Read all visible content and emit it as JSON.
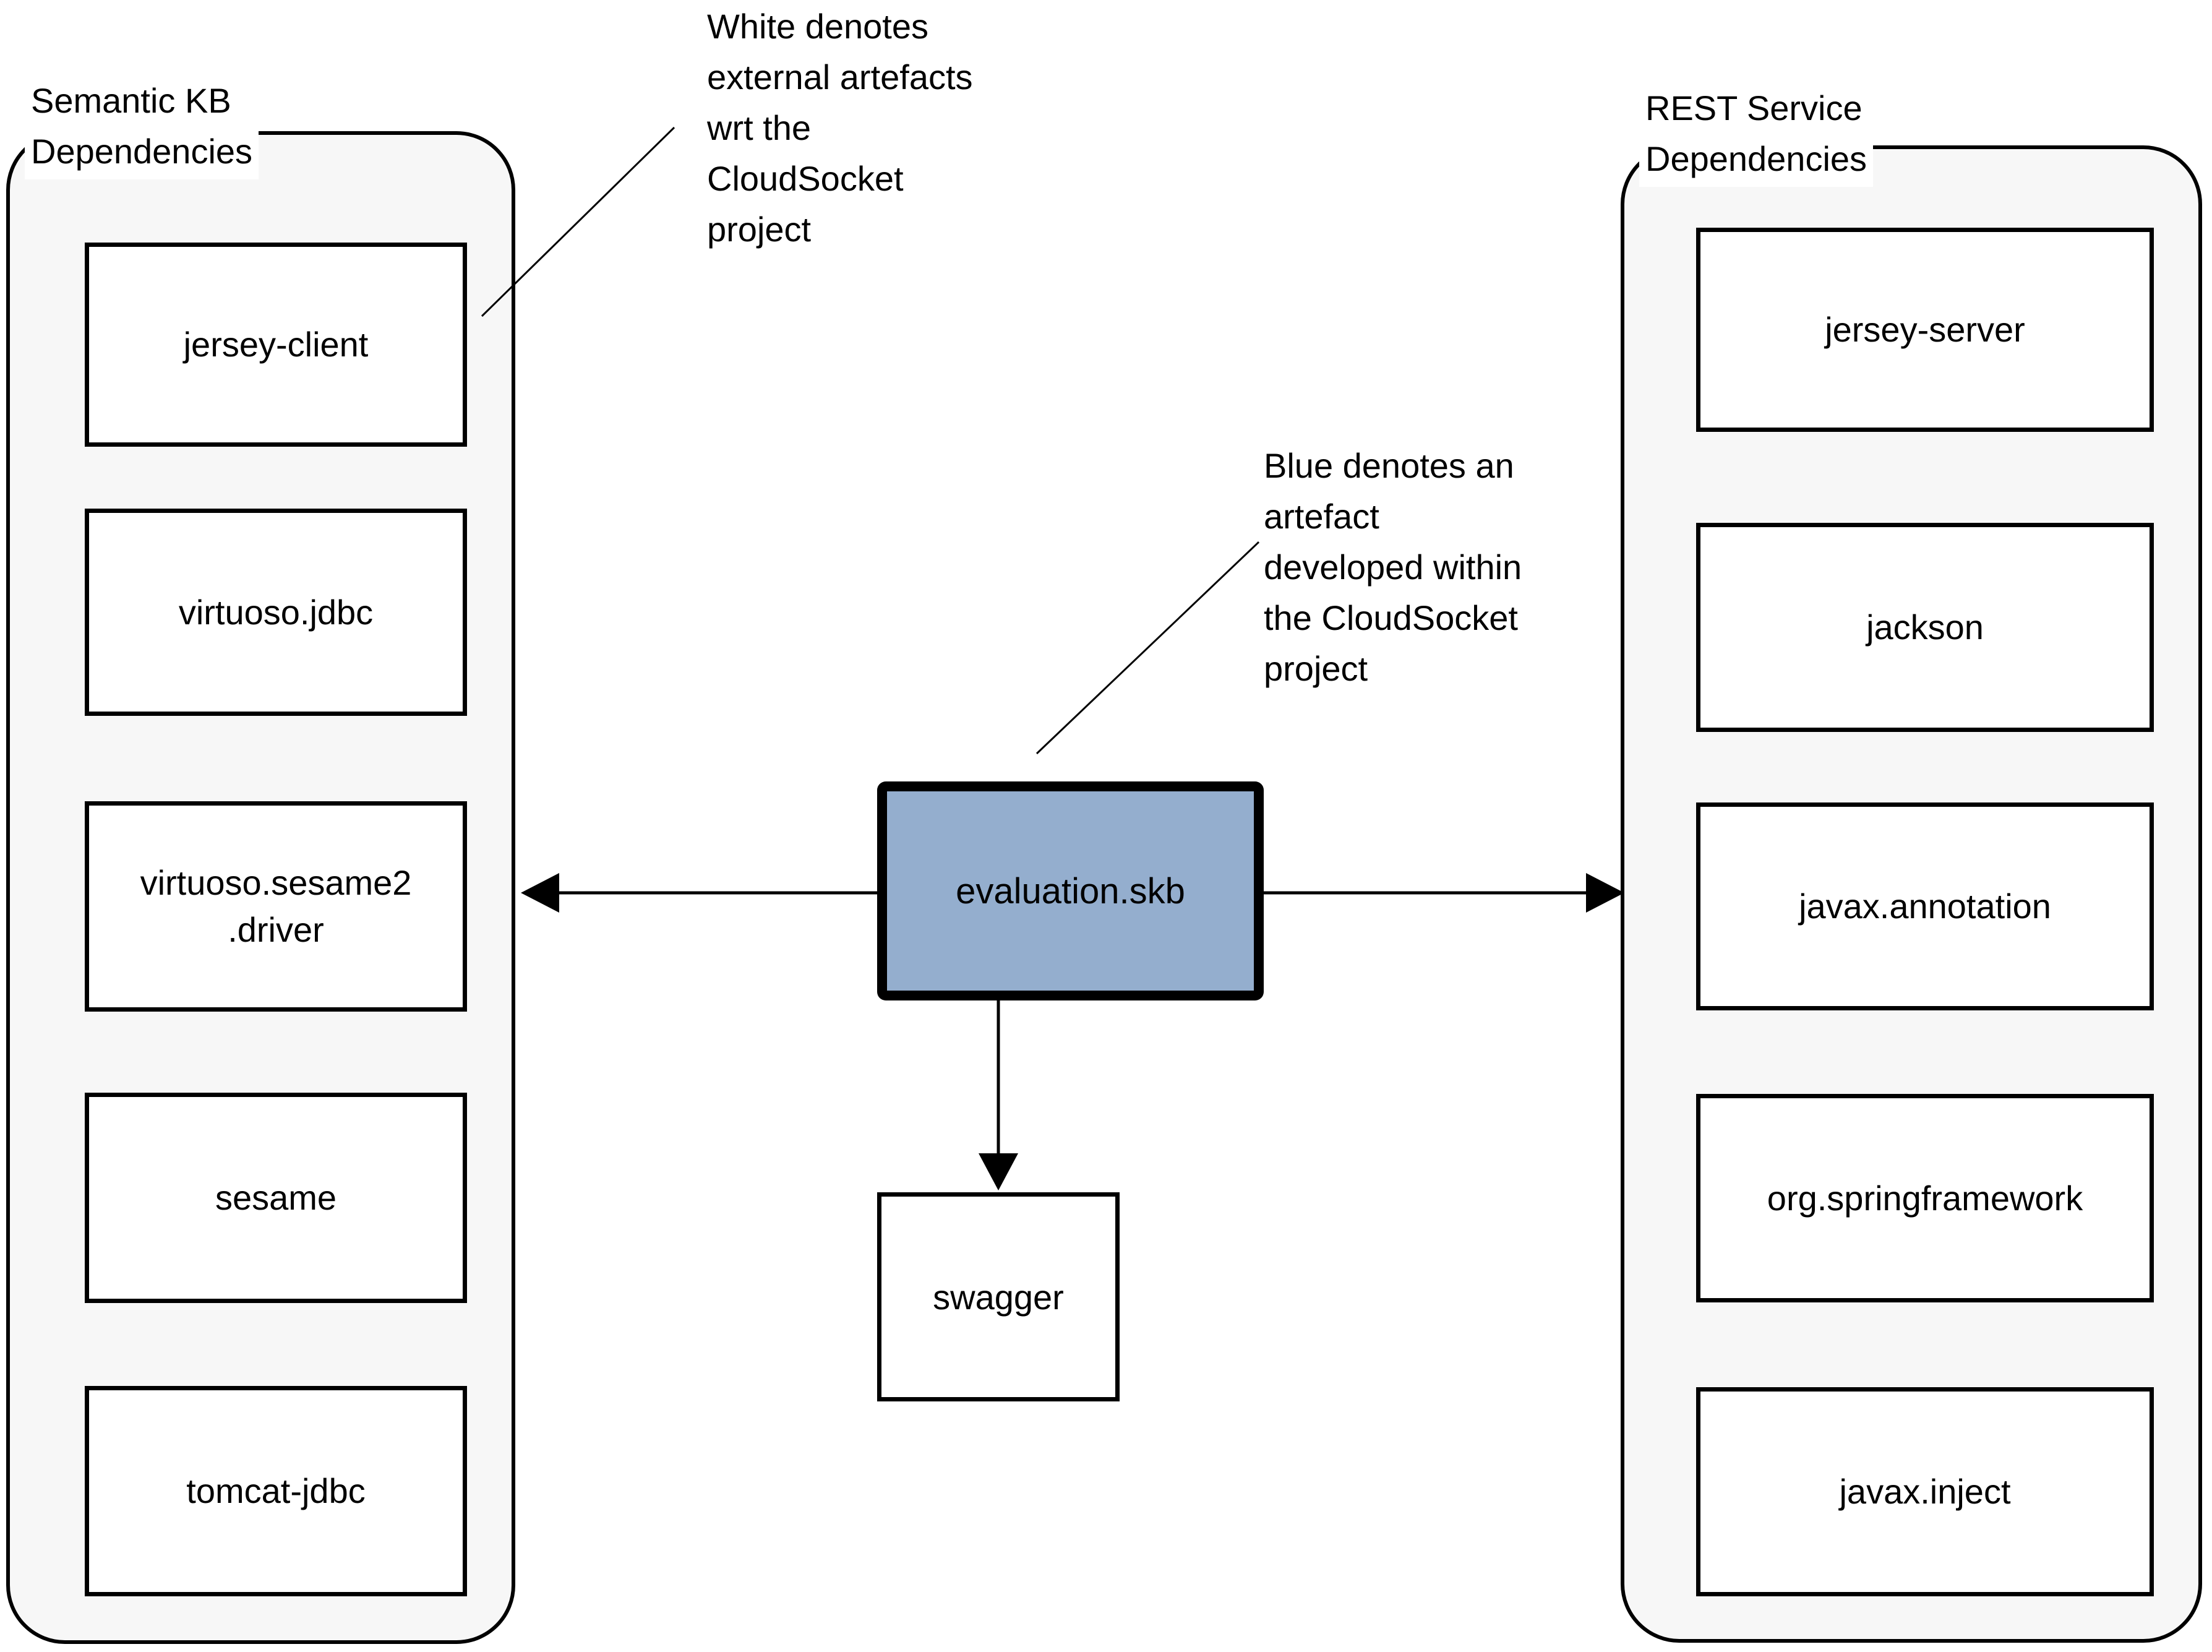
{
  "diagram": {
    "left_panel": {
      "title": "Semantic KB\nDependencies",
      "items": [
        "jersey-client",
        "virtuoso.jdbc",
        "virtuoso.sesame2\n.driver",
        "sesame",
        "tomcat-jdbc"
      ]
    },
    "right_panel": {
      "title": "REST Service\nDependencies",
      "items": [
        "jersey-server",
        "jackson",
        "javax.annotation",
        "org.springframework",
        "javax.inject"
      ]
    },
    "center": {
      "main_node": "evaluation.skb",
      "sub_node": "swagger"
    },
    "annotations": {
      "white_note": "White denotes\nexternal artefacts\nwrt the\nCloudSocket\nproject",
      "blue_note": "Blue denotes an\nartefact\ndeveloped within\nthe CloudSocket\nproject"
    },
    "colors": {
      "developed_artifact_fill": "#94aece",
      "external_artifact_fill": "#ffffff",
      "panel_fill": "#f7f7f7",
      "line": "#000000"
    }
  }
}
